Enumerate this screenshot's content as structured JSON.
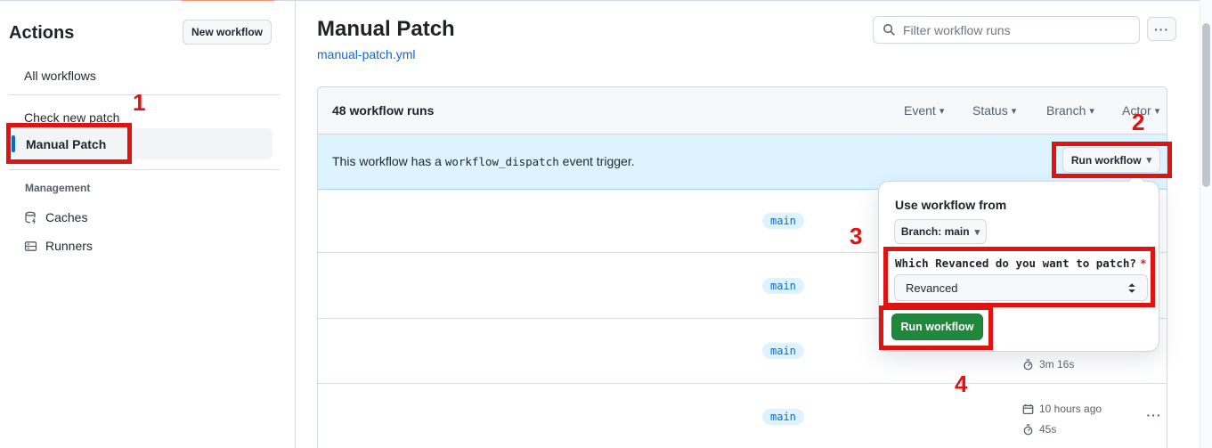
{
  "sidebar": {
    "title": "Actions",
    "new_workflow_button": "New workflow",
    "items": [
      {
        "label": "All workflows",
        "selected": false
      },
      {
        "label": "Check new patch",
        "selected": false
      },
      {
        "label": "Manual Patch",
        "selected": true
      }
    ],
    "management": {
      "label": "Management",
      "items": [
        {
          "label": "Caches",
          "icon": "cache-icon"
        },
        {
          "label": "Runners",
          "icon": "runners-icon"
        }
      ]
    }
  },
  "header": {
    "title": "Manual Patch",
    "workflow_file_link": "manual-patch.yml",
    "filter_placeholder": "Filter workflow runs"
  },
  "runs_panel": {
    "count_label": "48 workflow runs",
    "filters": [
      {
        "label": "Event"
      },
      {
        "label": "Status"
      },
      {
        "label": "Branch"
      },
      {
        "label": "Actor"
      }
    ],
    "banner": {
      "text_before": "This workflow has a ",
      "code": "workflow_dispatch",
      "text_after": " event trigger.",
      "run_workflow_button": "Run workflow"
    },
    "rows": [
      {
        "branch": "main"
      },
      {
        "branch": "main"
      },
      {
        "branch": "main",
        "duration": "3m 16s"
      },
      {
        "branch": "main",
        "started": "10 hours ago",
        "duration": "45s"
      }
    ]
  },
  "run_dropdown": {
    "heading": "Use workflow from",
    "branch_selector": "Branch: main",
    "input_label": "Which Revanced do you want to patch?",
    "required_marker": "*",
    "input_value": "Revanced",
    "submit_button": "Run workflow"
  },
  "annotations": {
    "step1": "1",
    "step2": "2",
    "step3": "3",
    "step4": "4"
  },
  "icons": {
    "kebab": "···",
    "caret_down": "▾"
  },
  "colors": {
    "annotation_red": "#e01212",
    "banner_blue_bg": "#ddf4ff",
    "link_blue": "#0969da",
    "branch_badge_bg": "#ddf4ff",
    "branch_badge_text": "#0969da",
    "primary_green": "#1f883d",
    "selected_accent": "#0969da",
    "tab_underline_orange": "#fd8c73",
    "header_bg": "#f6f8fa"
  }
}
